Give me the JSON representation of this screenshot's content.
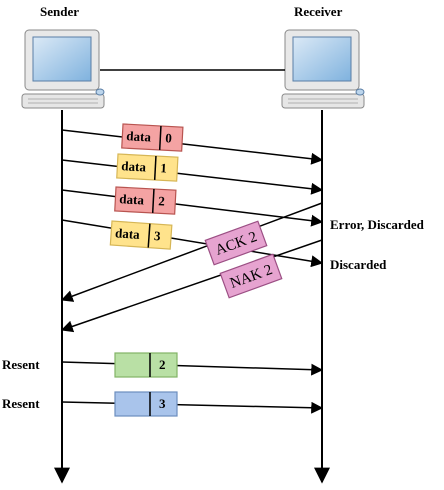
{
  "nodes": {
    "sender": "Sender",
    "receiver": "Receiver"
  },
  "packets": [
    {
      "label": "data",
      "seq": "0",
      "fill": "#f4a3a3",
      "stroke": "#b85450"
    },
    {
      "label": "data",
      "seq": "1",
      "fill": "#ffe38c",
      "stroke": "#d6b656"
    },
    {
      "label": "data",
      "seq": "2",
      "fill": "#f4a3a3",
      "stroke": "#b85450"
    },
    {
      "label": "data",
      "seq": "3",
      "fill": "#ffe38c",
      "stroke": "#d6b656"
    }
  ],
  "events": {
    "error": "Error, Discarded",
    "discarded": "Discarded"
  },
  "responses": [
    {
      "label": "ACK 2",
      "fill": "#e6a3d0",
      "stroke": "#9b4f84"
    },
    {
      "label": "NAK 2",
      "fill": "#e6a3d0",
      "stroke": "#9b4f84"
    }
  ],
  "resent": [
    {
      "label": "Resent",
      "seq": "2",
      "fill": "#b9e0a5",
      "stroke": "#82b366"
    },
    {
      "label": "Resent",
      "seq": "3",
      "fill": "#a9c4eb",
      "stroke": "#6c8ebf"
    }
  ]
}
